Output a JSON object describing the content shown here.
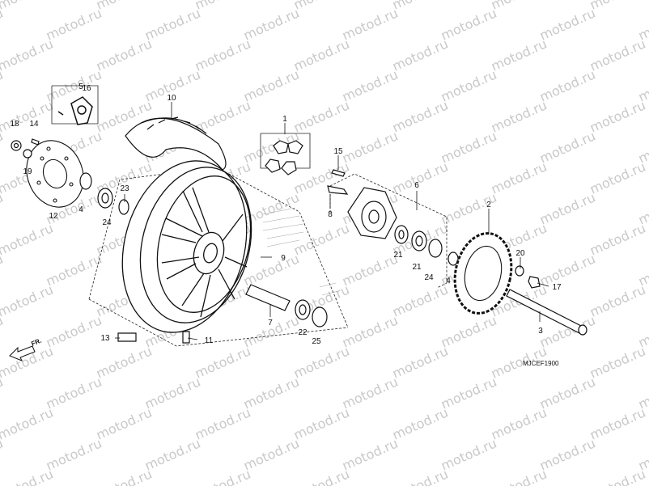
{
  "watermark": "motod.ru",
  "diagram_code": "MJCEF1900",
  "direction_label": "FR.",
  "callouts": [
    "1",
    "2",
    "3",
    "4",
    "4",
    "5",
    "6",
    "7",
    "8",
    "9",
    "10",
    "11",
    "12",
    "13",
    "14",
    "15",
    "16",
    "17",
    "18",
    "19",
    "20",
    "21",
    "21",
    "22",
    "23",
    "24",
    "24",
    "25"
  ]
}
